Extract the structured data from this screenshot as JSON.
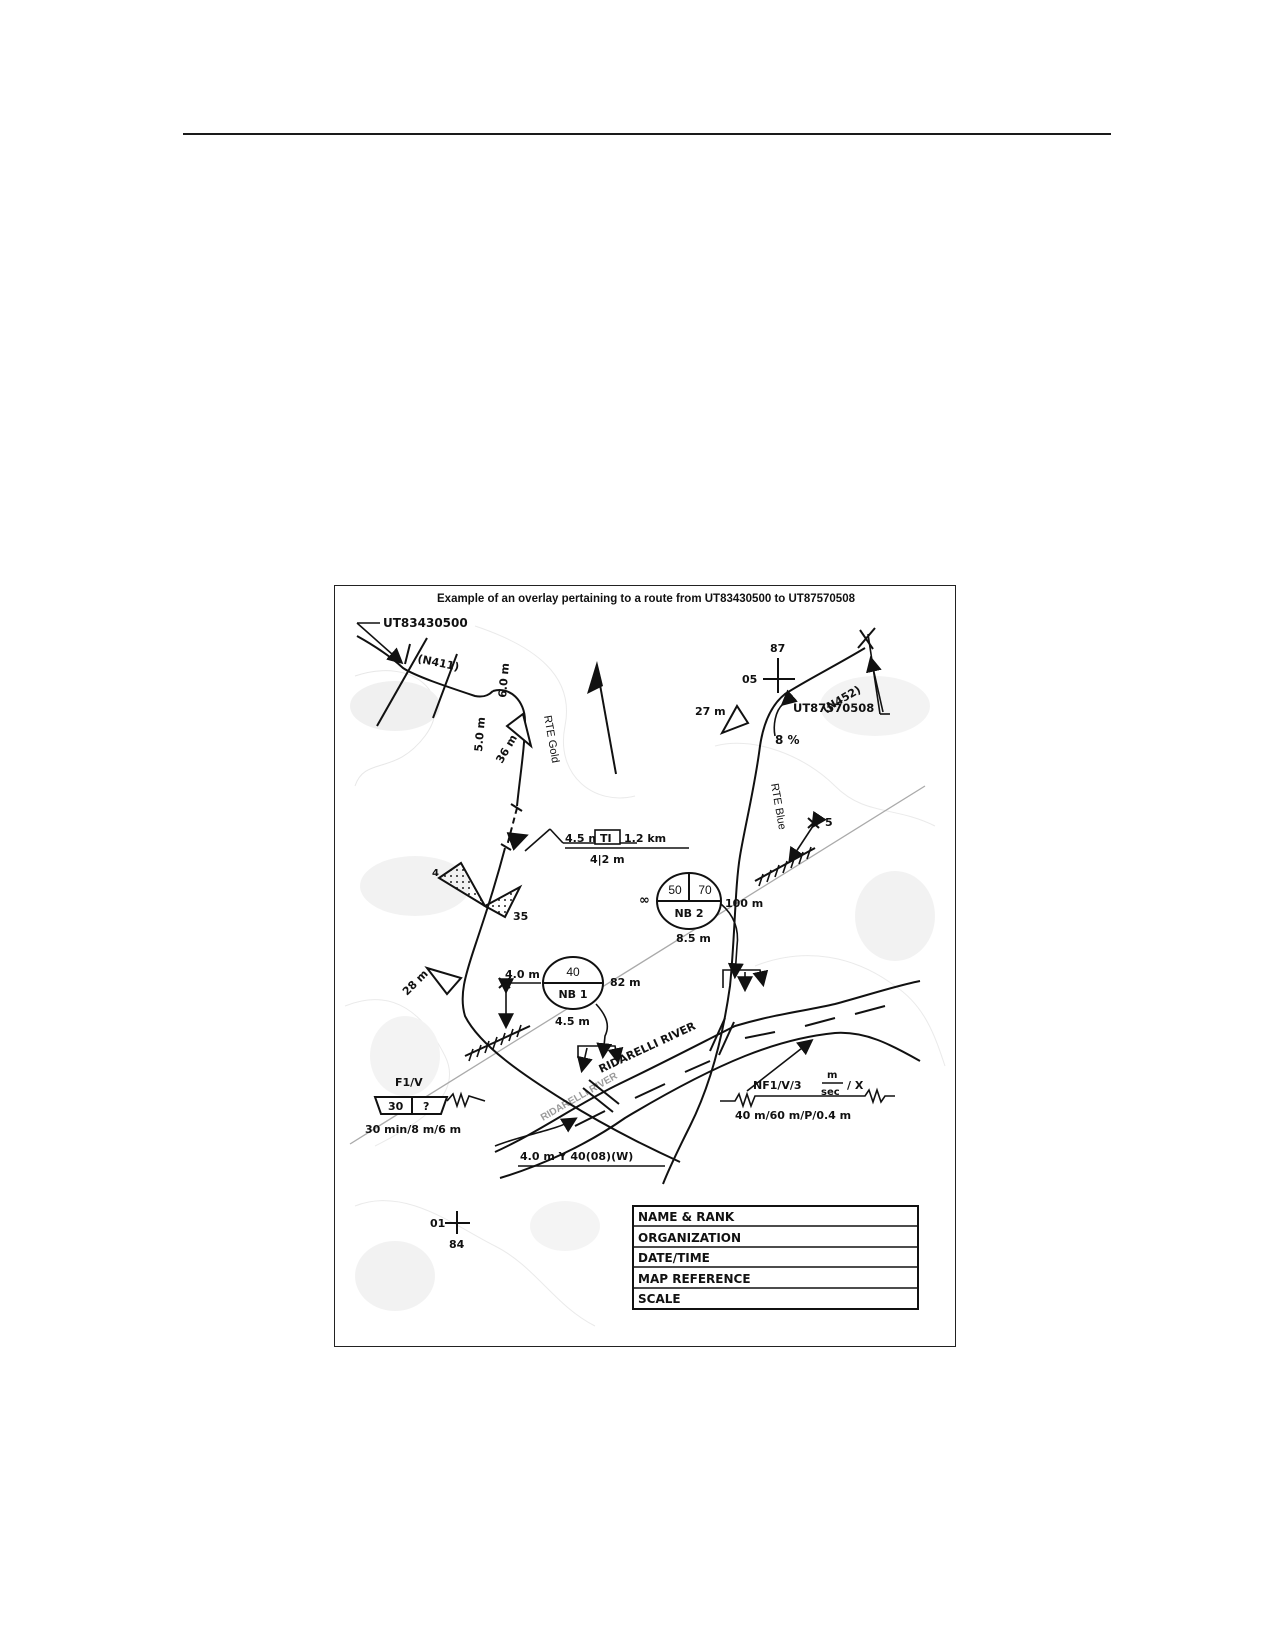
{
  "overlay": {
    "title": "Example of an overlay pertaining to a route from UT83430500 to UT87570508",
    "start_grid": "UT83430500",
    "end_grid": "UT87570508",
    "route_gold_label": "RTE Gold",
    "route_blue_label": "RTE Blue",
    "route_gold_tag": "(N411)",
    "route_blue_tag": "(N452)",
    "width_60": "6.0 m",
    "width_50": "5.0 m",
    "curve_36": "36 m",
    "curve_27": "27 m",
    "curve_28": "28 m",
    "curve_35": "35",
    "curve_4": "4",
    "grade_8": "8 %",
    "overpass_5": "5",
    "tunnel_left": "4.5 m",
    "tunnel_code": "TI",
    "tunnel_length": "1.2 km",
    "tunnel_bottom": "4|2 m",
    "nb1_top": "40",
    "nb1_code": "NB 1",
    "nb1_left": "4.0 m",
    "nb1_right": "82 m",
    "nb1_bottom": "4.5  m",
    "nb2_left_val": "50",
    "nb2_right_val": "70",
    "nb2_code": "NB 2",
    "nb2_infinity": "∞",
    "nb2_right": "100 m",
    "nb2_bottom": "8.5 m",
    "ford_label": "F1/V",
    "ford_left": "30",
    "ford_right": "?",
    "ford_bottom": "30 min/8 m/6 m",
    "bridge_bottom": "4.0 m Y 40(08)(W)",
    "river_label": "RIDARELLI RIVER",
    "river_label_2": "RIDARELLI RIVER",
    "nf_label": "NF1/V/3",
    "nf_frac_top": "m",
    "nf_frac_bottom": "sec",
    "nf_suffix": "/ X",
    "nf_bottom": "40 m/60 m/P/0.4 m",
    "grid_tick_top_left": "05",
    "grid_tick_top_top": "87",
    "grid_tick_bottom_left": "01",
    "grid_tick_bottom_bottom": "84",
    "legend_rows": [
      "NAME & RANK",
      "ORGANIZATION",
      "DATE/TIME",
      "MAP REFERENCE",
      "SCALE"
    ]
  }
}
